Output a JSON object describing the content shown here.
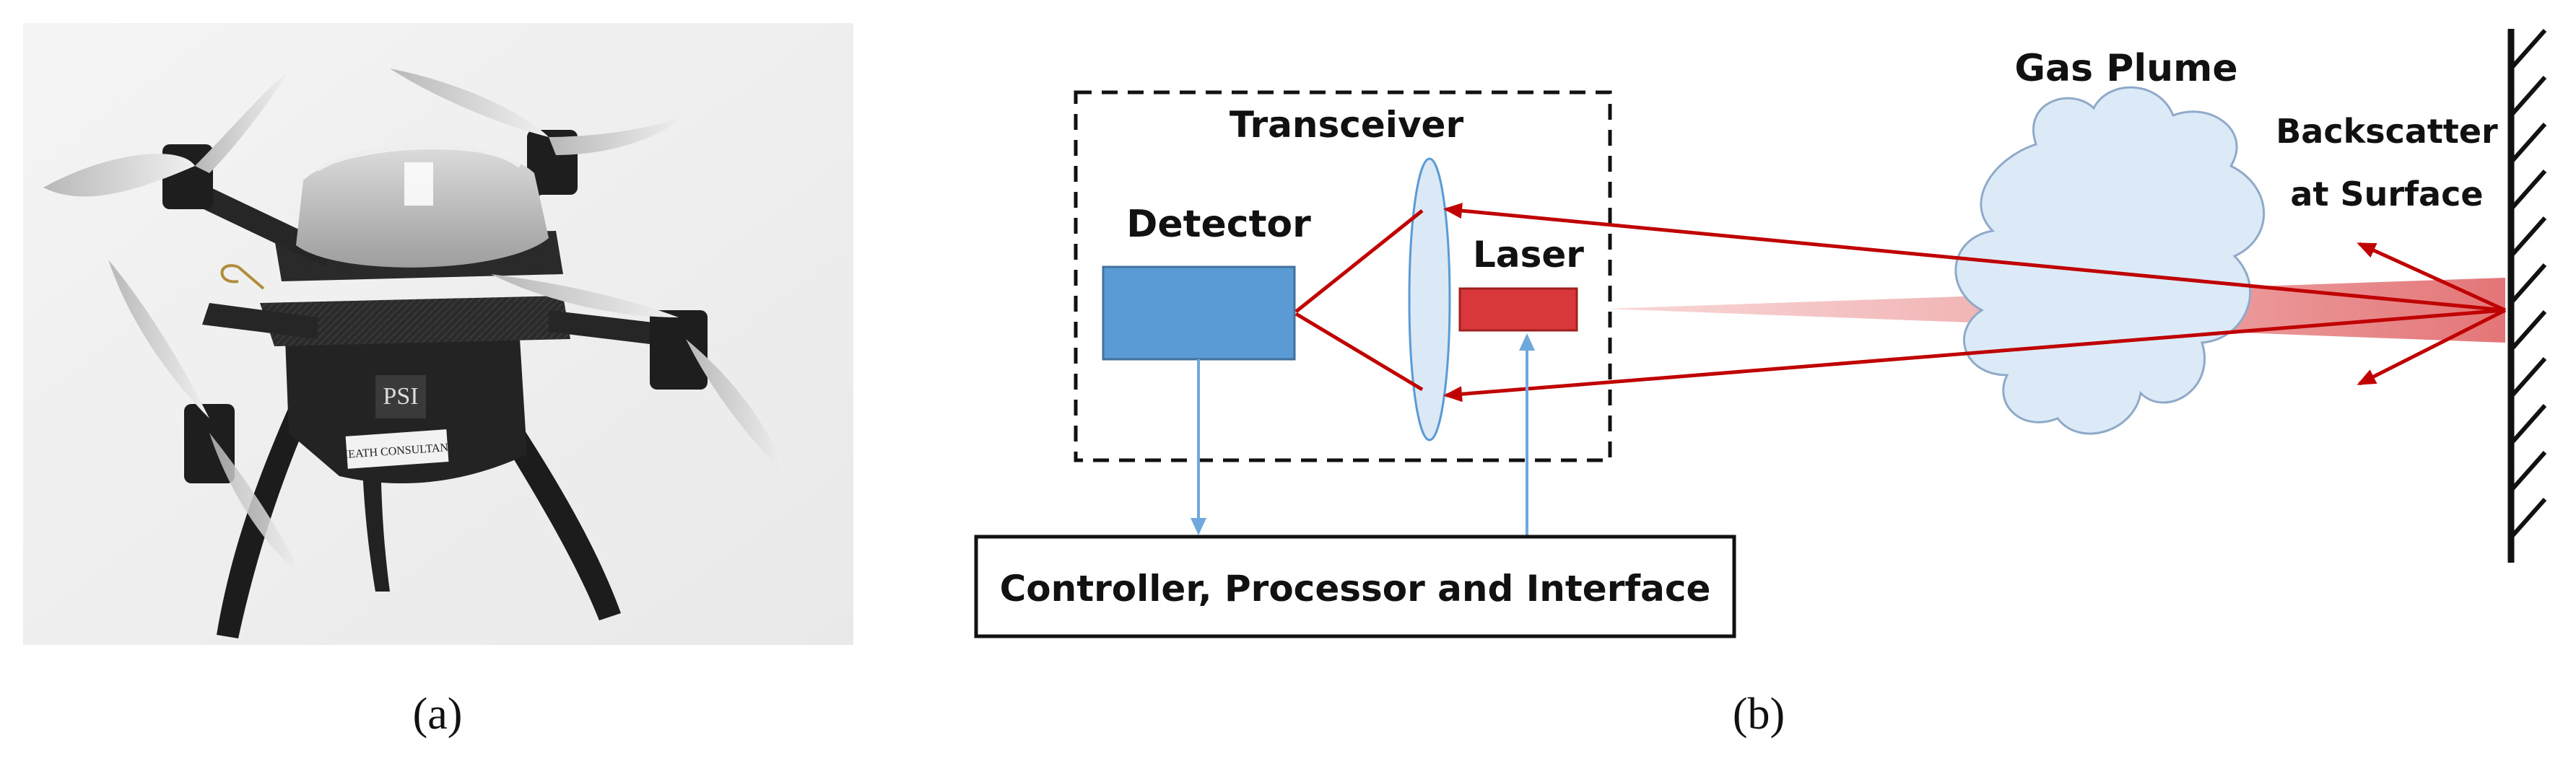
{
  "panel_a": {
    "caption": "(a)"
  },
  "panel_b": {
    "caption": "(b)",
    "transceiver_label": "Transceiver",
    "detector_label": "Detector",
    "laser_label": "Laser",
    "controller_label": "Controller, Processor and Interface",
    "gas_plume_label": "Gas Plume",
    "backscatter_label_line1": "Backscatter",
    "backscatter_label_line2": "at Surface"
  },
  "colors": {
    "detector_fill": "#5b9bd5",
    "detector_stroke": "#41719c",
    "laser_fill": "#d9383a",
    "beam_red": "#c00000",
    "lens_fill": "#dbe8f5",
    "plume_fill": "#dce9f7",
    "signal_line": "#6fa8dc"
  }
}
